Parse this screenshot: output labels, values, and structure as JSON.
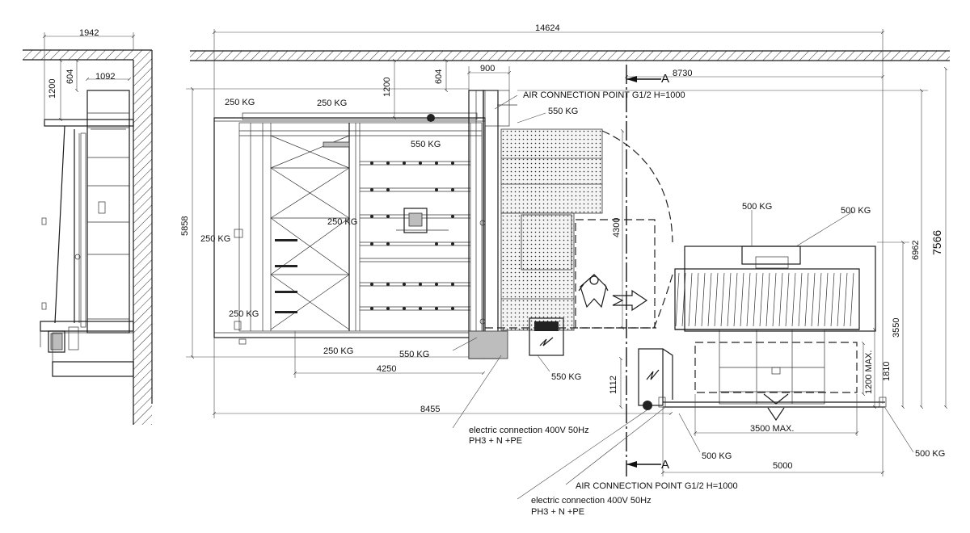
{
  "dimensions": {
    "side_width": "1942",
    "side_depth": "1092",
    "side_top_height": "1200",
    "side_small": "604",
    "total_length": "14624",
    "offset_900": "900",
    "main_top_height": "1200",
    "main_small": "604",
    "section_length": "8730",
    "left_height": "5858",
    "frame_height": "4300",
    "right_height_a": "6962",
    "right_height_b": "7566",
    "right_height_c": "3550",
    "right_height_d": "1810",
    "mid_length": "4250",
    "bottom_length": "8455",
    "right_offset": "1112",
    "max_width": "3500  MAX.",
    "vertical_max": "1200  MAX.",
    "cart_length": "5000"
  },
  "weights": {
    "w1": "250 KG",
    "w2": "250 KG",
    "w3": "550 KG",
    "w4": "550 KG",
    "w5": "250 KG",
    "w6": "250 KG",
    "w7": "250 KG",
    "w8": "250 KG",
    "w9": "550 KG",
    "w10": "550 KG",
    "w11": "500 KG",
    "w12": "500 KG",
    "w13": "500 KG",
    "w14": "500 KG"
  },
  "section_marks": {
    "top": "A",
    "bottom": "A"
  },
  "notes": {
    "air_top": "AIR CONNECTION POINT G1/2 H=1000",
    "air_bottom": "AIR CONNECTION POINT G1/2 H=1000",
    "elec1_line1": "electric connection 400V 50Hz",
    "elec1_line2": "PH3 + N +PE",
    "elec2_line1": "electric connection 400V 50Hz",
    "elec2_line2": "PH3 + N +PE"
  }
}
